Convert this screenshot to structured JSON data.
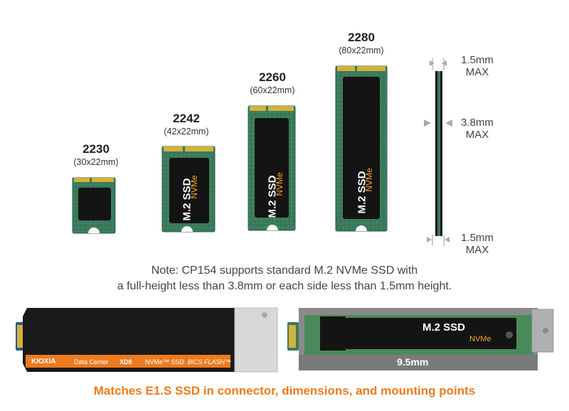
{
  "sizes": [
    {
      "name": "2230",
      "dims": "(30x22mm)",
      "label": "",
      "sub": ""
    },
    {
      "name": "2242",
      "dims": "(42x22mm)",
      "label": "M.2 SSD",
      "sub": "NVMe"
    },
    {
      "name": "2260",
      "dims": "(60x22mm)",
      "label": "M.2 SSD",
      "sub": "NVMe"
    },
    {
      "name": "2280",
      "dims": "(80x22mm)",
      "label": "M.2 SSD",
      "sub": "NVMe"
    }
  ],
  "thickness": {
    "top": [
      "1.5mm",
      "MAX"
    ],
    "middle": [
      "3.8mm",
      "MAX"
    ],
    "bottom": [
      "1.5mm",
      "MAX"
    ]
  },
  "note": {
    "line1": "Note: CP154 supports standard M.2 NVMe SSD with",
    "line2": "a full-height less than 3.8mm or each side less than 1.5mm height."
  },
  "e1s_label": {
    "brand": "KIOXIA",
    "segment": "Data Center",
    "model": "XD8",
    "type": "NVMe™ SSD",
    "flash": "BiCS FLASH™"
  },
  "adapter": {
    "label": "M.2 SSD",
    "sub": "NVMe",
    "height": "9.5mm"
  },
  "footer": "Matches E1.S SSD in connector, dimensions, and mounting points",
  "colors": {
    "pcb": "#3a7a5c",
    "chip": "#141414",
    "accent": "#ee7a1e",
    "nvme": "#f5a623",
    "gold": "#d4b13a"
  }
}
